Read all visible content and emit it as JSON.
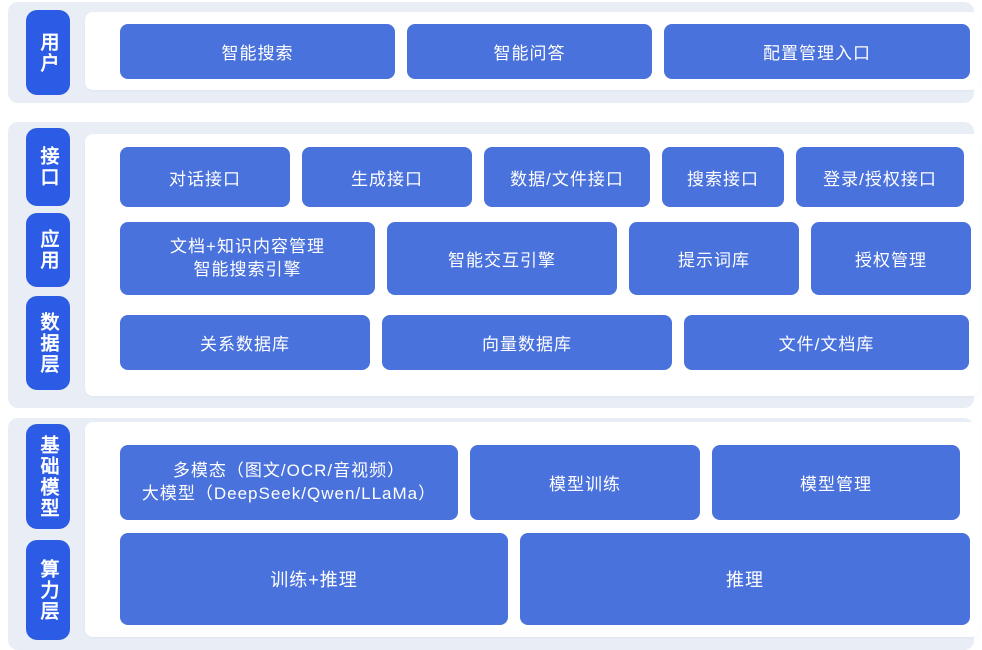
{
  "colors": {
    "layer_label_bg": "#2c5ce6",
    "button_bg": "#4a72dc",
    "section_bg": "#e9eef6",
    "panel_bg": "#ffffff",
    "text": "#ffffff"
  },
  "sections": [
    {
      "labels": [
        "用户"
      ],
      "rows": [
        [
          "智能搜索",
          "智能问答",
          "配置管理入口"
        ]
      ]
    },
    {
      "labels": [
        "接口",
        "应用",
        "数据层"
      ],
      "rows": [
        [
          "对话接口",
          "生成接口",
          "数据/文件接口",
          "搜索接口",
          "登录/授权接口"
        ],
        [
          "文档+知识内容管理\n智能搜索引擎",
          "智能交互引擎",
          "提示词库",
          "授权管理"
        ],
        [
          "关系数据库",
          "向量数据库",
          "文件/文档库"
        ]
      ]
    },
    {
      "labels": [
        "基础模型",
        "算力层"
      ],
      "rows": [
        [
          "多模态（图文/OCR/音视频）\n大模型（DeepSeek/Qwen/LLaMa）",
          "模型训练",
          "模型管理"
        ],
        [
          "训练+推理",
          "推理"
        ]
      ]
    }
  ]
}
